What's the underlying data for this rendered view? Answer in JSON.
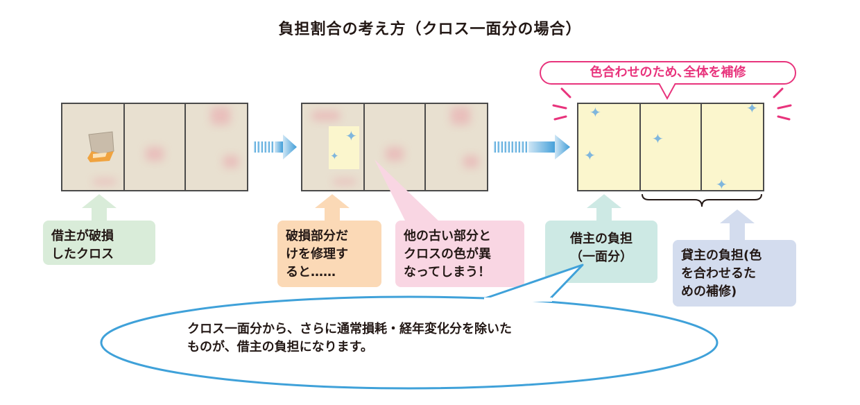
{
  "title": "負担割合の考え方（クロス一面分の場合）",
  "top_note": "色合わせのため､全体を補修",
  "labels": {
    "damaged": "借主が破損\nしたクロス",
    "repair_only": "破損部分だ\nけを修理す\nると……",
    "color_mismatch": "他の古い部分と\nクロスの色が異\nなってしまう！",
    "tenant_burden": "借主の負担\n（一面分）",
    "landlord_burden": "貸主の負担(色\nを合わせるた\nめの補修)"
  },
  "bubble": "クロス一面分から、さらに通常損耗・経年変化分を除いた\nものが、借主の負担になります。",
  "colors": {
    "green_label": "#d9ecd9",
    "orange_label": "#fbd9b6",
    "pink_label": "#f9d6e3",
    "teal_label": "#cde9e4",
    "blue_label": "#d3dcee",
    "accent_pink": "#e8337c",
    "arrow_blue": "#3f9dd8",
    "bubble_blue": "#3fa1d9"
  }
}
